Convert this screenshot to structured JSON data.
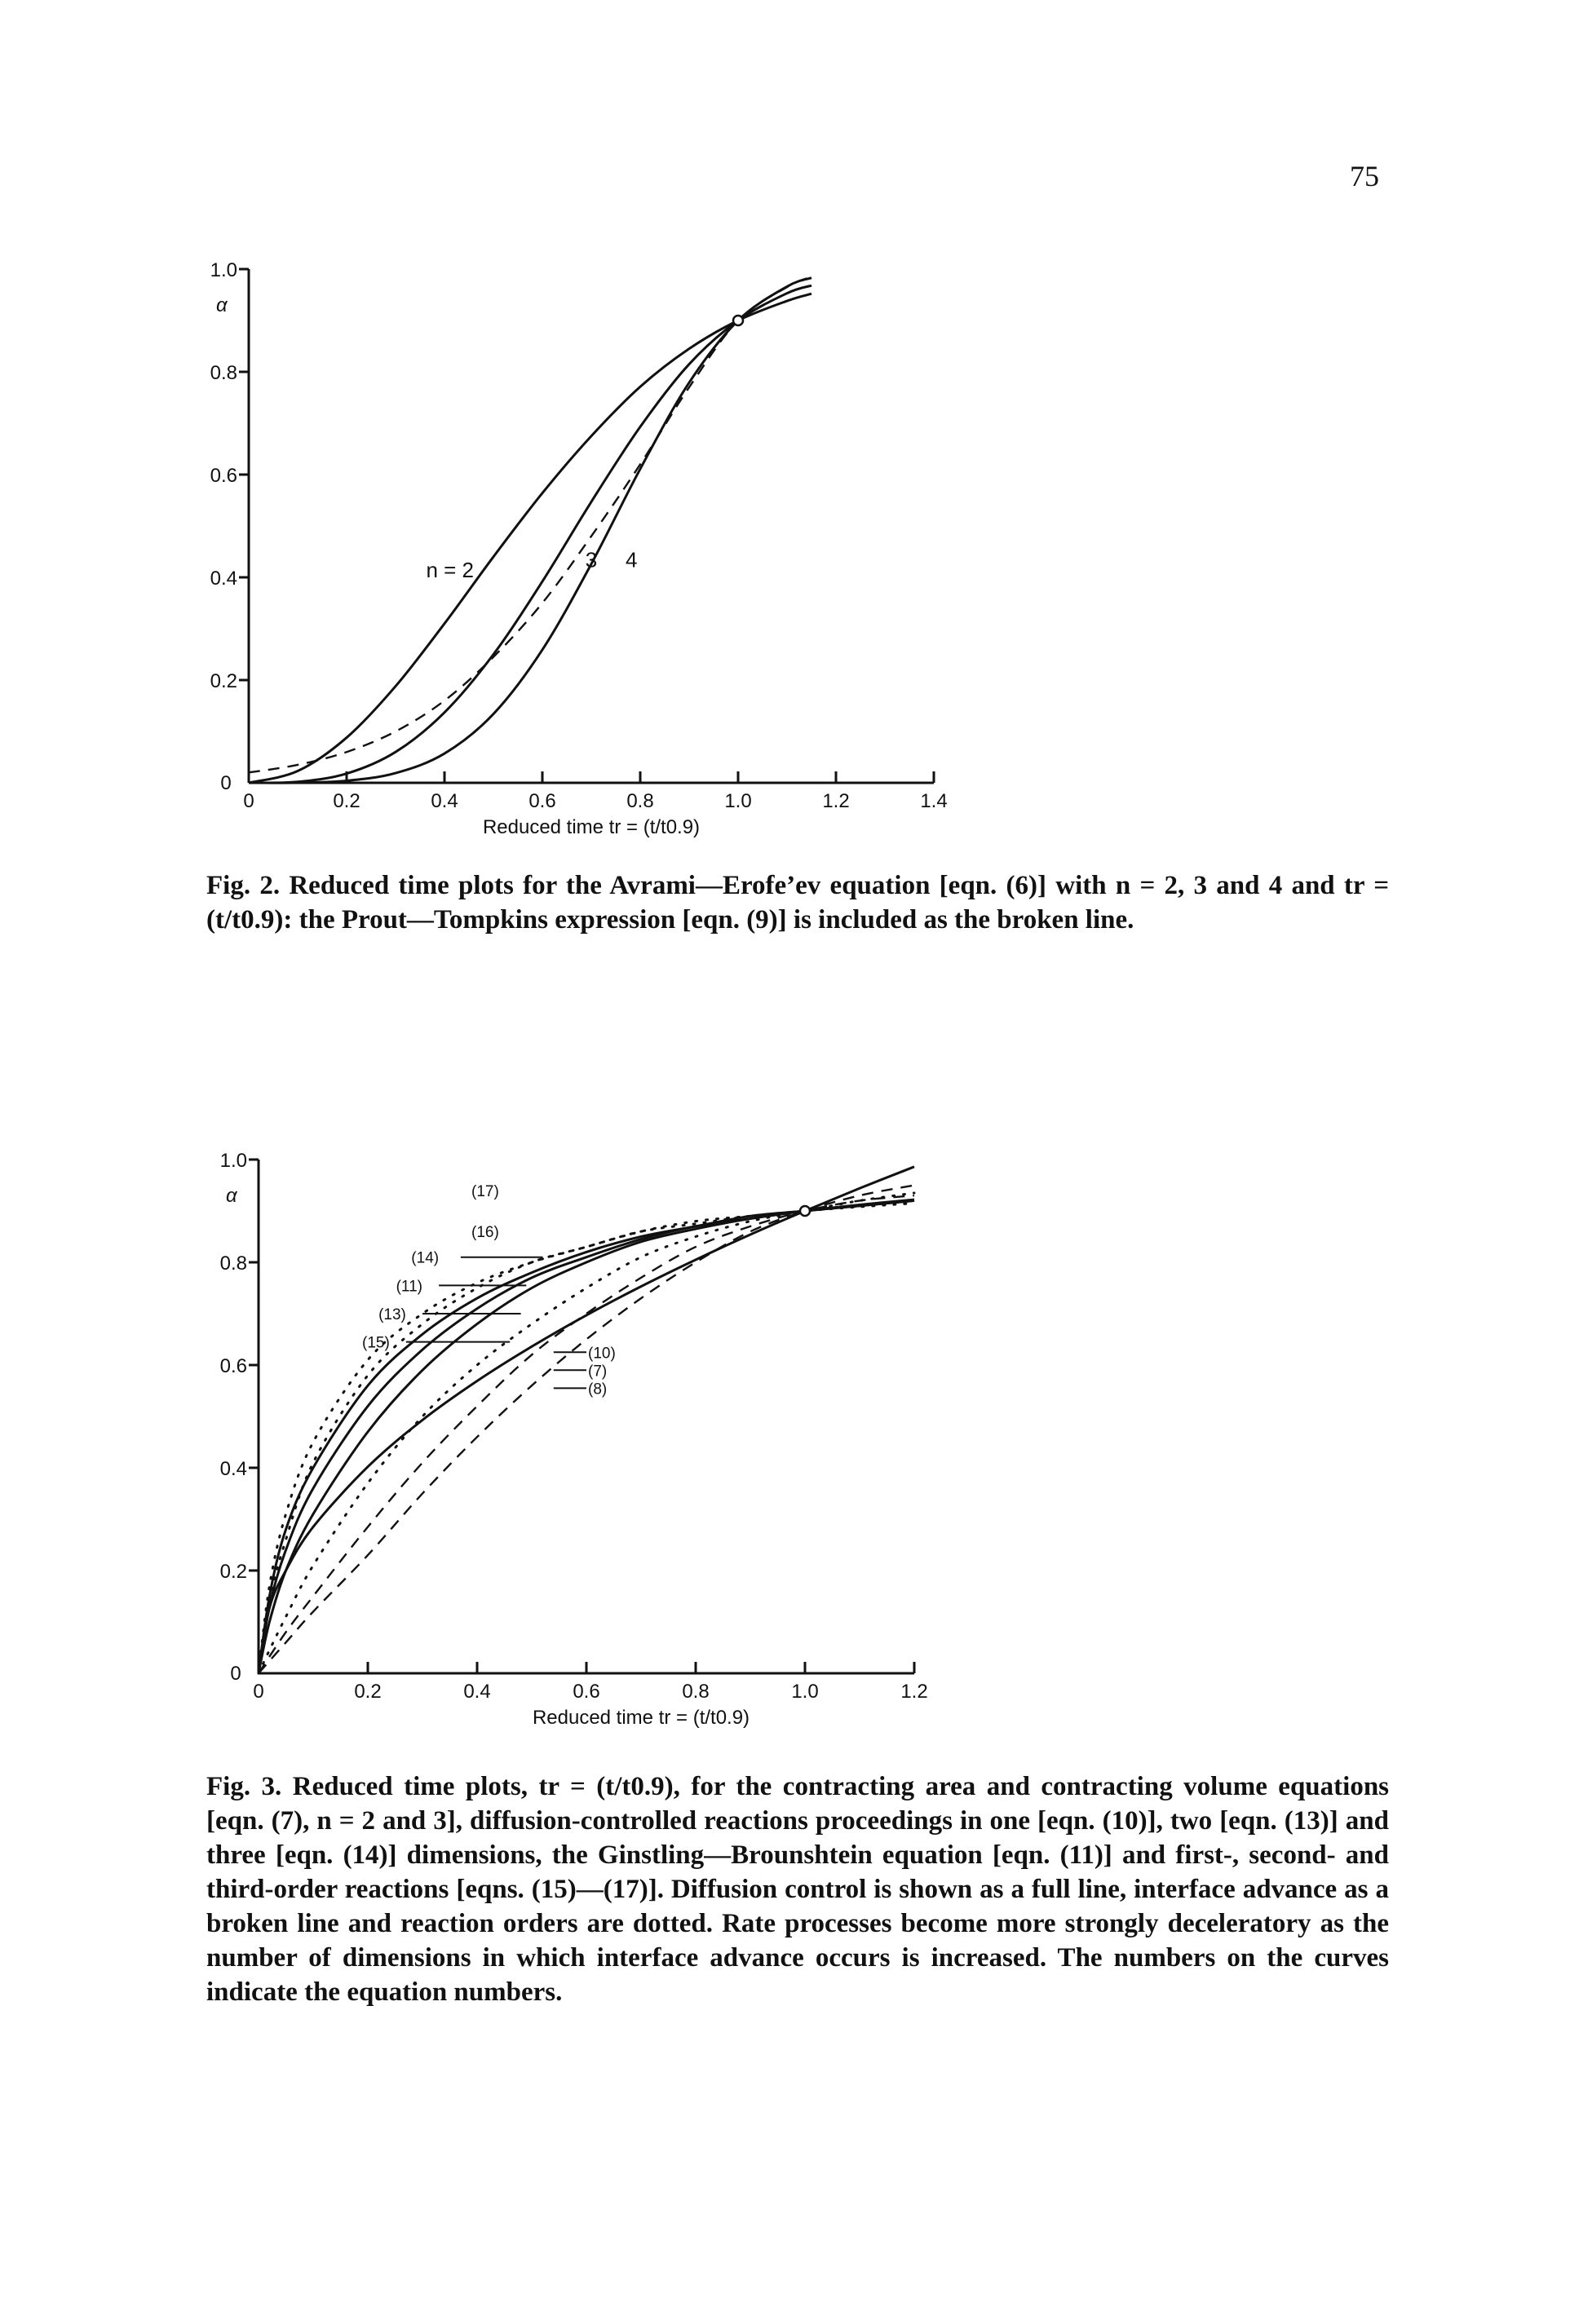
{
  "page_number": "75",
  "figures": [
    {
      "id": "fig2",
      "caption_label": "Fig. 2.",
      "caption_text": "Reduced time plots for the Avrami—Erofe’ev equation [eqn. (6)] with n = 2, 3 and 4 and tr = (t/t0.9): the Prout—Tompkins expression [eqn. (9)] is included as the broken line."
    },
    {
      "id": "fig3",
      "caption_label": "Fig. 3.",
      "caption_text": "Reduced time plots, tr = (t/t0.9), for the contracting area and contracting volume equations [eqn. (7), n = 2 and 3], diffusion-controlled reactions proceedings in one [eqn. (10)], two [eqn. (13)] and three [eqn. (14)] dimensions, the Ginstling—Brounshtein equation [eqn. (11)] and first-, second- and third-order reactions [eqns. (15)—(17)]. Diffusion control is shown as a full line, interface advance as a broken line and reaction orders are dotted. Rate processes become more strongly deceleratory as the number of dimensions in which interface advance occurs is increased. The numbers on the curves indicate the equation numbers."
    }
  ],
  "chart_data": [
    {
      "type": "line",
      "figure": "Fig. 2",
      "xlabel": "Reduced time  tr = (t/t0.9)",
      "ylabel": "α",
      "xlim": [
        0,
        1.4
      ],
      "ylim": [
        0,
        1.0
      ],
      "x_ticks": [
        0,
        0.2,
        0.4,
        0.6,
        0.8,
        1.0,
        1.2,
        1.4
      ],
      "x_tick_labels": [
        "0",
        "0.2",
        "0.4",
        "0.6",
        "0.8",
        "1.0",
        "1.2",
        "1.4"
      ],
      "y_ticks": [
        0,
        0.2,
        0.4,
        0.6,
        0.8,
        1.0
      ],
      "y_tick_labels": [
        "0",
        "0.2",
        "0.4",
        "0.6",
        "0.8",
        "1.0"
      ],
      "grid": false,
      "marker": {
        "x": 1.0,
        "y": 0.9
      },
      "series": [
        {
          "name": "n = 2",
          "style": "solid",
          "x": [
            0,
            0.1,
            0.2,
            0.3,
            0.4,
            0.5,
            0.6,
            0.7,
            0.8,
            0.9,
            1.0,
            1.1,
            1.15
          ],
          "y": [
            0,
            0.023,
            0.088,
            0.188,
            0.31,
            0.44,
            0.564,
            0.675,
            0.771,
            0.845,
            0.9,
            0.938,
            0.952
          ]
        },
        {
          "name": "3",
          "style": "solid",
          "x": [
            0,
            0.1,
            0.2,
            0.3,
            0.4,
            0.5,
            0.6,
            0.7,
            0.8,
            0.9,
            1.0,
            1.1,
            1.15
          ],
          "y": [
            0,
            0.002,
            0.018,
            0.06,
            0.137,
            0.25,
            0.392,
            0.547,
            0.693,
            0.815,
            0.9,
            0.953,
            0.968
          ]
        },
        {
          "name": "4",
          "style": "solid",
          "x": [
            0,
            0.1,
            0.2,
            0.3,
            0.4,
            0.5,
            0.6,
            0.7,
            0.8,
            0.9,
            1.0,
            1.1,
            1.15
          ],
          "y": [
            0,
            0.0002,
            0.004,
            0.019,
            0.057,
            0.134,
            0.259,
            0.426,
            0.611,
            0.779,
            0.9,
            0.966,
            0.983
          ]
        },
        {
          "name": "Prout—Tompkins",
          "style": "broken",
          "x": [
            0,
            0.1,
            0.2,
            0.3,
            0.4,
            0.5,
            0.6,
            0.7,
            0.8,
            0.9,
            1.0,
            1.1,
            1.15
          ],
          "y": [
            0.02,
            0.035,
            0.06,
            0.1,
            0.16,
            0.245,
            0.35,
            0.48,
            0.62,
            0.77,
            0.9,
            0.965,
            0.985
          ]
        }
      ],
      "curve_labels": [
        "n = 2",
        "3",
        "4"
      ]
    },
    {
      "type": "line",
      "figure": "Fig. 3",
      "xlabel": "Reduced time  tr = (t/t0.9)",
      "ylabel": "α",
      "xlim": [
        0,
        1.2
      ],
      "ylim": [
        0,
        1.0
      ],
      "x_ticks": [
        0,
        0.2,
        0.4,
        0.6,
        0.8,
        1.0,
        1.2
      ],
      "x_tick_labels": [
        "0",
        "0.2",
        "0.4",
        "0.6",
        "0.8",
        "1.0",
        "1.2"
      ],
      "y_ticks": [
        0,
        0.2,
        0.4,
        0.6,
        0.8,
        1.0
      ],
      "y_tick_labels": [
        "0",
        "0.2",
        "0.4",
        "0.6",
        "0.8",
        "1.0"
      ],
      "grid": false,
      "marker": {
        "x": 1.0,
        "y": 0.9
      },
      "series": [
        {
          "name": "(17)",
          "style": "dotted",
          "x": [
            0,
            0.02,
            0.05,
            0.1,
            0.2,
            0.3,
            0.4,
            0.5,
            0.6,
            0.7,
            0.8,
            0.9,
            1.0,
            1.1,
            1.2
          ],
          "y": [
            0,
            0.17,
            0.31,
            0.45,
            0.61,
            0.7,
            0.76,
            0.8,
            0.83,
            0.86,
            0.88,
            0.89,
            0.9,
            0.91,
            0.92
          ]
        },
        {
          "name": "(16)",
          "style": "dotted",
          "x": [
            0,
            0.02,
            0.05,
            0.1,
            0.2,
            0.3,
            0.4,
            0.5,
            0.6,
            0.7,
            0.8,
            0.9,
            1.0,
            1.1,
            1.2
          ],
          "y": [
            0,
            0.14,
            0.26,
            0.41,
            0.58,
            0.68,
            0.75,
            0.8,
            0.83,
            0.86,
            0.875,
            0.89,
            0.9,
            0.908,
            0.915
          ]
        },
        {
          "name": "(14)",
          "style": "solid",
          "x": [
            0,
            0.02,
            0.05,
            0.1,
            0.2,
            0.3,
            0.4,
            0.5,
            0.6,
            0.7,
            0.8,
            0.9,
            1.0,
            1.1,
            1.2
          ],
          "y": [
            0,
            0.15,
            0.28,
            0.4,
            0.56,
            0.66,
            0.73,
            0.78,
            0.82,
            0.85,
            0.87,
            0.89,
            0.9,
            0.91,
            0.92
          ]
        },
        {
          "name": "(11)",
          "style": "solid",
          "x": [
            0,
            0.02,
            0.05,
            0.1,
            0.2,
            0.3,
            0.4,
            0.5,
            0.6,
            0.7,
            0.8,
            0.9,
            1.0,
            1.1,
            1.2
          ],
          "y": [
            0,
            0.13,
            0.24,
            0.36,
            0.52,
            0.63,
            0.71,
            0.77,
            0.81,
            0.845,
            0.87,
            0.885,
            0.9,
            0.91,
            0.92
          ]
        },
        {
          "name": "(13)",
          "style": "solid",
          "x": [
            0,
            0.02,
            0.05,
            0.1,
            0.2,
            0.3,
            0.4,
            0.5,
            0.6,
            0.7,
            0.8,
            0.9,
            1.0,
            1.1,
            1.2
          ],
          "y": [
            0,
            0.1,
            0.2,
            0.31,
            0.47,
            0.59,
            0.68,
            0.75,
            0.8,
            0.84,
            0.865,
            0.885,
            0.9,
            0.912,
            0.922
          ]
        },
        {
          "name": "(15)",
          "style": "dotted",
          "x": [
            0,
            0.02,
            0.05,
            0.1,
            0.2,
            0.3,
            0.4,
            0.5,
            0.6,
            0.7,
            0.8,
            0.9,
            1.0,
            1.1,
            1.2
          ],
          "y": [
            0,
            0.045,
            0.11,
            0.21,
            0.37,
            0.5,
            0.6,
            0.68,
            0.75,
            0.81,
            0.85,
            0.88,
            0.9,
            0.92,
            0.935
          ]
        },
        {
          "name": "(10)",
          "style": "solid",
          "x": [
            0,
            0.02,
            0.05,
            0.1,
            0.2,
            0.3,
            0.4,
            0.5,
            0.6,
            0.7,
            0.8,
            0.9,
            1.0,
            1.1,
            1.2
          ],
          "y": [
            0,
            0.127,
            0.2,
            0.285,
            0.402,
            0.493,
            0.569,
            0.636,
            0.697,
            0.753,
            0.805,
            0.854,
            0.9,
            0.944,
            0.986
          ]
        },
        {
          "name": "(7)",
          "style": "broken",
          "x": [
            0,
            0.05,
            0.1,
            0.2,
            0.3,
            0.4,
            0.5,
            0.6,
            0.7,
            0.8,
            0.9,
            1.0,
            1.1,
            1.2
          ],
          "y": [
            0,
            0.08,
            0.15,
            0.285,
            0.41,
            0.52,
            0.62,
            0.7,
            0.77,
            0.83,
            0.87,
            0.9,
            0.92,
            0.93
          ]
        },
        {
          "name": "(8)",
          "style": "broken",
          "x": [
            0,
            0.05,
            0.1,
            0.2,
            0.3,
            0.4,
            0.5,
            0.6,
            0.7,
            0.8,
            0.9,
            1.0,
            1.1,
            1.2
          ],
          "y": [
            0,
            0.06,
            0.12,
            0.23,
            0.35,
            0.46,
            0.56,
            0.65,
            0.73,
            0.8,
            0.86,
            0.9,
            0.93,
            0.95
          ]
        }
      ],
      "curve_labels": [
        "(17)",
        "(16)",
        "(14)",
        "(11)",
        "(13)",
        "(15)",
        "(10)",
        "(7)",
        "(8)"
      ]
    }
  ]
}
